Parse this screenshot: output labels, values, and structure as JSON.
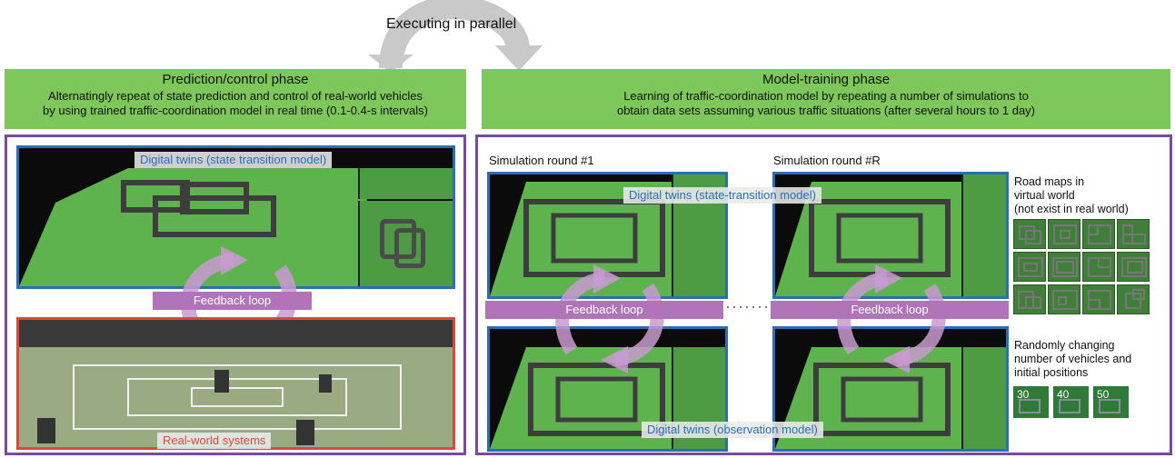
{
  "top": {
    "executing_label": "Executing in parallel"
  },
  "left_phase": {
    "title": "Prediction/control phase",
    "desc_line1": "Alternatingly repeat of state prediction and control of real-world vehicles",
    "desc_line2": "by using trained traffic-coordination model in real time (0.1-0.4-s intervals)"
  },
  "right_phase": {
    "title": "Model-training phase",
    "desc_line1": "Learning of traffic-coordination model by repeating a number of simulations to",
    "desc_line2": "obtain data sets assuming various traffic situations (after several hours to 1 day)"
  },
  "left_panel": {
    "digital_twins_label": "Digital twins (state transition model)",
    "feedback_label": "Feedback loop",
    "real_world_label": "Real-world systems"
  },
  "right_panel": {
    "sim_round_1": "Simulation round #1",
    "sim_round_r": "Simulation round #R",
    "dt_state_label": "Digital twins (state-transition model)",
    "dt_obs_label": "Digital twins (observation model)",
    "feedback_label_1": "Feedback loop",
    "feedback_label_2": "Feedback loop",
    "dots": "·······"
  },
  "side": {
    "road_maps_line1": "Road maps in",
    "road_maps_line2": "virtual world",
    "road_maps_line3": "(not exist in real world)",
    "random_line1": "Randomly changing",
    "random_line2": "number of vehicles and",
    "random_line3": "initial positions",
    "vehicle_counts": [
      "30",
      "40",
      "50"
    ]
  },
  "colors": {
    "phase_green": "#7ec75a",
    "panel_purple": "#7b4a9e",
    "screen_blue": "#2a6eb5",
    "real_red": "#e0463a",
    "feedback_pink": "#b174b8"
  }
}
